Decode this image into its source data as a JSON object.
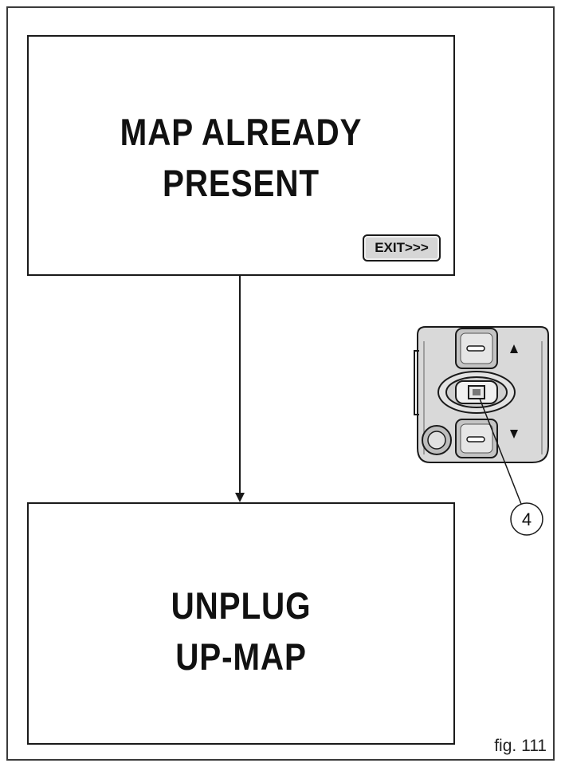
{
  "screen_top": {
    "lines": [
      "MAP ALREADY",
      "PRESENT"
    ],
    "exit_label": "EXIT>>>"
  },
  "screen_bottom": {
    "lines": [
      "UNPLUG",
      "UP-MAP"
    ]
  },
  "callout": {
    "number": "4"
  },
  "figure": {
    "label": "fig. 111"
  },
  "icons": [
    "arrow-up-icon",
    "arrow-down-icon"
  ],
  "colors": {
    "line": "#1a1a1a",
    "button_fill": "#d6d6d6",
    "switch_fill": "#d9d9d9"
  }
}
